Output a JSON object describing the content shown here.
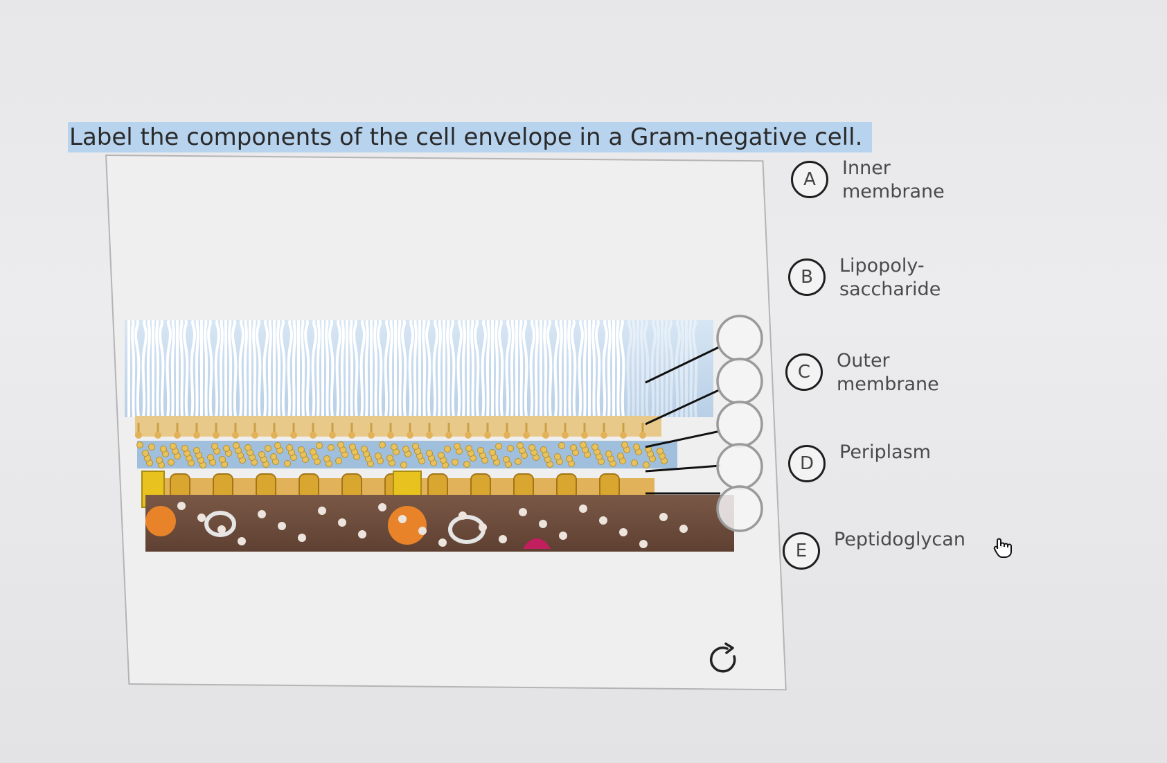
{
  "question": "Label the components of the cell envelope in a Gram-negative cell.",
  "choices": [
    {
      "letter": "A",
      "label": "Inner\nmembrane"
    },
    {
      "letter": "B",
      "label": "Lipopoly-\nsaccharide"
    },
    {
      "letter": "C",
      "label": "Outer\nmembrane"
    },
    {
      "letter": "D",
      "label": "Periplasm"
    },
    {
      "letter": "E",
      "label": "Peptidoglycan"
    }
  ],
  "drop_targets": 5,
  "icons": {
    "reset": "reset-icon",
    "cursor": "hand-pointer-icon"
  },
  "colors": {
    "highlight": "#b7d3ee",
    "lps": "#4a79b0",
    "membrane": "#e2b25a",
    "cytoplasm": "#6b4a3a"
  }
}
